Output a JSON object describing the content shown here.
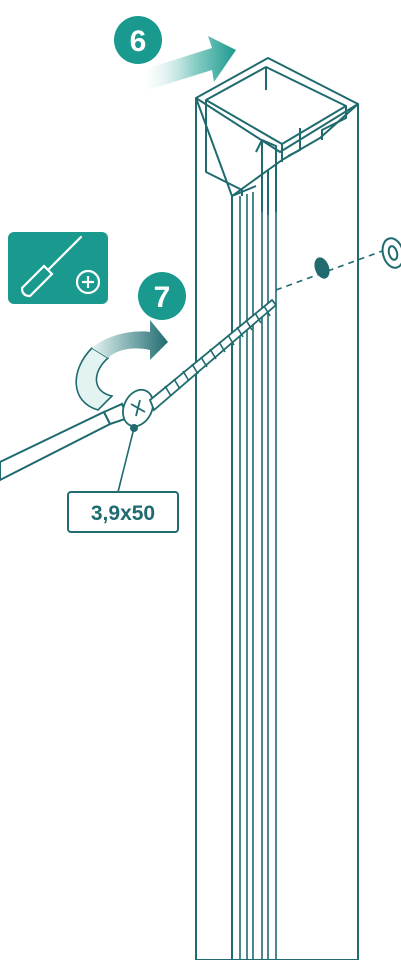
{
  "steps": {
    "slide": {
      "number": "6"
    },
    "screw": {
      "number": "7"
    }
  },
  "screw_size_label": "3,9x50",
  "tool_icon": "phillips-screwdriver-icon",
  "colors": {
    "teal_dark": "#1f6b6f",
    "teal_fill": "#1a9a8e",
    "teal_light": "#d4ecec",
    "arrow_fade": "#c9e9e6"
  }
}
